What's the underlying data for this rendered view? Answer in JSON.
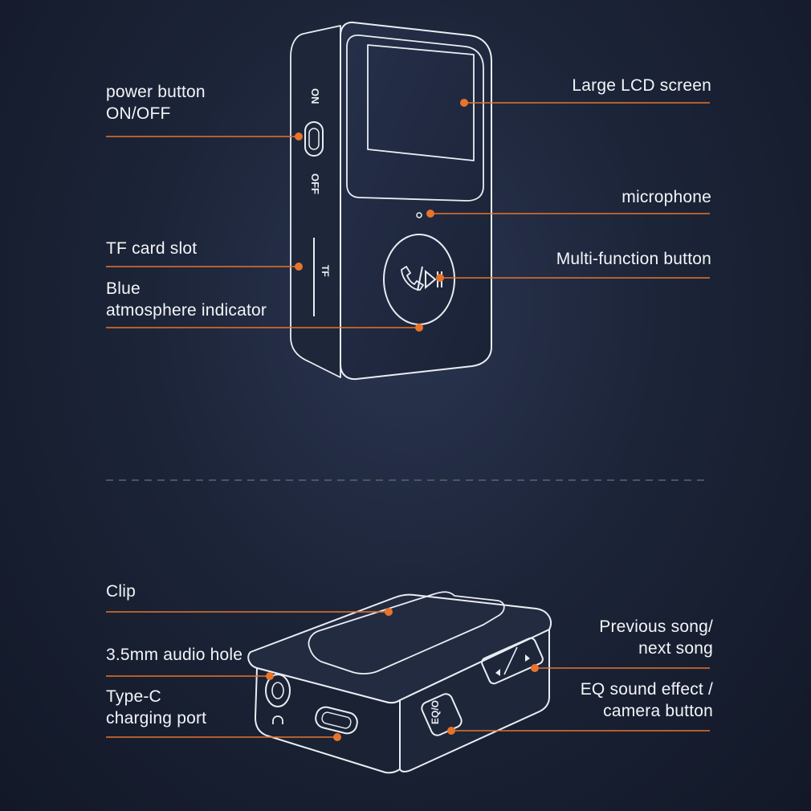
{
  "accent_color": "#e8742c",
  "device_line_color": "#e9edf3",
  "callouts": {
    "power_button": {
      "line1": "power button",
      "line2": "ON/OFF"
    },
    "lcd_screen": {
      "line1": "Large LCD screen"
    },
    "microphone": {
      "line1": "microphone"
    },
    "tf_card_slot": {
      "line1": "TF card slot"
    },
    "multi_function": {
      "line1": "Multi-function button"
    },
    "indicator": {
      "line1": "Blue",
      "line2": "atmosphere indicator"
    },
    "clip": {
      "line1": "Clip"
    },
    "audio_hole": {
      "line1": "3.5mm audio hole"
    },
    "prev_next": {
      "line1": "Previous song/",
      "line2": "next song"
    },
    "type_c": {
      "line1": "Type-C",
      "line2": "charging port"
    },
    "eq_button": {
      "line1": "EQ sound effect /",
      "line2": "camera button"
    }
  },
  "device_markings": {
    "on": "ON",
    "off": "OFF",
    "tf": "TF",
    "eq": "EQ/O"
  }
}
